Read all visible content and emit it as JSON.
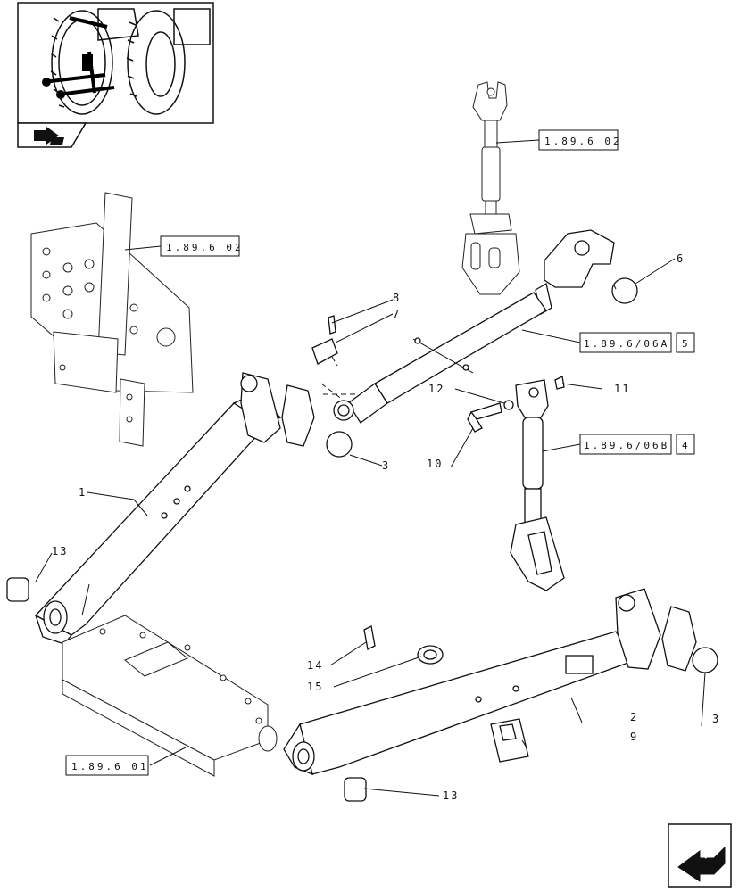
{
  "references": {
    "top_link_group": "1.89.6 02",
    "mount_bracket_group": "1.89.6 02",
    "top_link_rod_group": "1.89.6/06A",
    "top_link_rod_box": "5",
    "lift_rod_group": "1.89.6/06B",
    "lift_rod_box": "4",
    "drawbar_support_group": "1.89.6 01"
  },
  "callouts": [
    {
      "id": "1",
      "text": "1"
    },
    {
      "id": "2",
      "text": "2"
    },
    {
      "id": "3a",
      "text": "3"
    },
    {
      "id": "3b",
      "text": "3"
    },
    {
      "id": "6",
      "text": "6"
    },
    {
      "id": "7",
      "text": "7"
    },
    {
      "id": "8",
      "text": "8"
    },
    {
      "id": "9",
      "text": "9"
    },
    {
      "id": "10",
      "text": "10"
    },
    {
      "id": "11",
      "text": "11"
    },
    {
      "id": "12",
      "text": "12"
    },
    {
      "id": "13a",
      "text": "13"
    },
    {
      "id": "13b",
      "text": "13"
    },
    {
      "id": "14",
      "text": "14"
    },
    {
      "id": "15",
      "text": "15"
    }
  ],
  "icons": {
    "thumbnail": "tractor-rear-thumbnail",
    "book_icon": "book-arrow-icon",
    "nav_arrow": "next-page-arrow-icon"
  }
}
